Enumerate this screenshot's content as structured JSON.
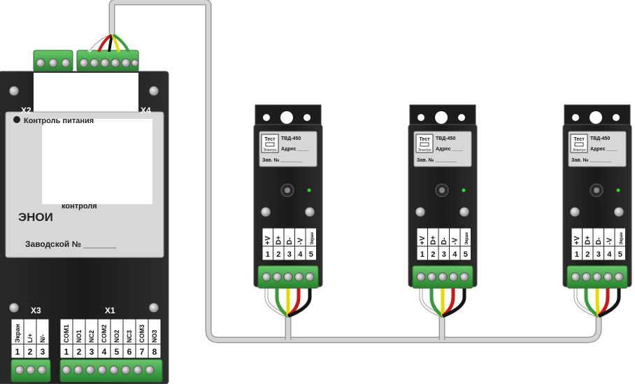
{
  "controller": {
    "connector_x2": "X2",
    "connector_x4": "X4",
    "power_label": "Контроль питания",
    "model_suffix": "контроля",
    "model_name": "ЭНОИ",
    "serial_label": "Заводской № _______",
    "connector_x3": "X3",
    "connector_x1": "X1",
    "x3_pins": [
      {
        "name": "Экран",
        "num": "1"
      },
      {
        "name": "L/+",
        "num": "2"
      },
      {
        "name": "N/-",
        "num": "3"
      }
    ],
    "x1_pins": [
      {
        "name": "COM1",
        "num": "1"
      },
      {
        "name": "NO1",
        "num": "2"
      },
      {
        "name": "NC2",
        "num": "3"
      },
      {
        "name": "COM2",
        "num": "4"
      },
      {
        "name": "NO2",
        "num": "5"
      },
      {
        "name": "NC3",
        "num": "6"
      },
      {
        "name": "COM3",
        "num": "7"
      },
      {
        "name": "NO3",
        "num": "8"
      }
    ]
  },
  "sensors": [
    {
      "logo_top": "Тест",
      "logo_bottom": "Электро",
      "model": "ТВД-450",
      "address_label": "Адрес ____",
      "serial_label": "Зав. № ________"
    },
    {
      "logo_top": "Тест",
      "logo_bottom": "Электро",
      "model": "ТВД-450",
      "address_label": "Адрес ____",
      "serial_label": "Зав. № ________"
    },
    {
      "logo_top": "Тест",
      "logo_bottom": "Электро",
      "model": "ТВД-450",
      "address_label": "Адрес ____",
      "serial_label": "Зав. № ________"
    }
  ],
  "sensor_pins": [
    {
      "name": "+V",
      "num": "1"
    },
    {
      "name": "D+",
      "num": "2"
    },
    {
      "name": "D-",
      "num": "3"
    },
    {
      "name": "-V",
      "num": "4"
    },
    {
      "name": "Экран",
      "num": "5"
    }
  ],
  "wire_colors": {
    "cable": "#c8c8c8",
    "white": "#f4f4f4",
    "green": "#3a9a3a",
    "yellow": "#e8d800",
    "red": "#c81818",
    "black": "#151515"
  },
  "colors": {
    "terminal_green": "#45b04a",
    "body_dark": "#1c1c1c",
    "body_edge": "#555555",
    "label_plate": "#d7d7d7"
  }
}
